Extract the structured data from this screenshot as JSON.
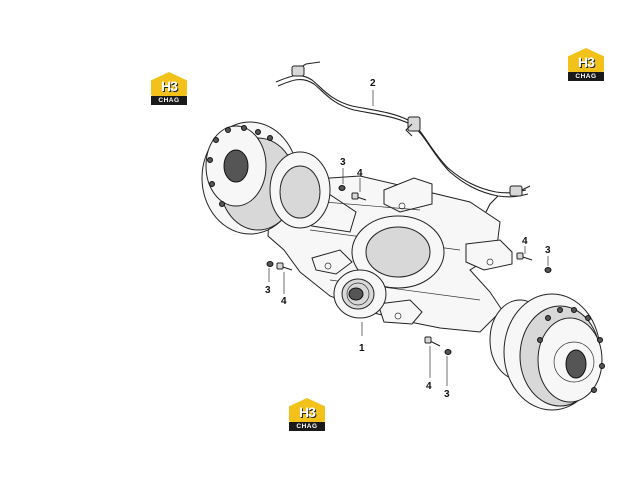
{
  "logos": [
    {
      "main": "H3",
      "sub": "CHAG"
    },
    {
      "main": "H3",
      "sub": "CHAG"
    },
    {
      "main": "H3",
      "sub": "CHAG"
    }
  ],
  "callouts": {
    "axle": "1",
    "brake_line": "2",
    "washer_top": "3",
    "bolt_top": "4",
    "bolt_right": "4",
    "washer_right": "3",
    "washer_left": "3",
    "bolt_left": "4",
    "bolt_bottom": "4",
    "washer_bottom": "3"
  }
}
